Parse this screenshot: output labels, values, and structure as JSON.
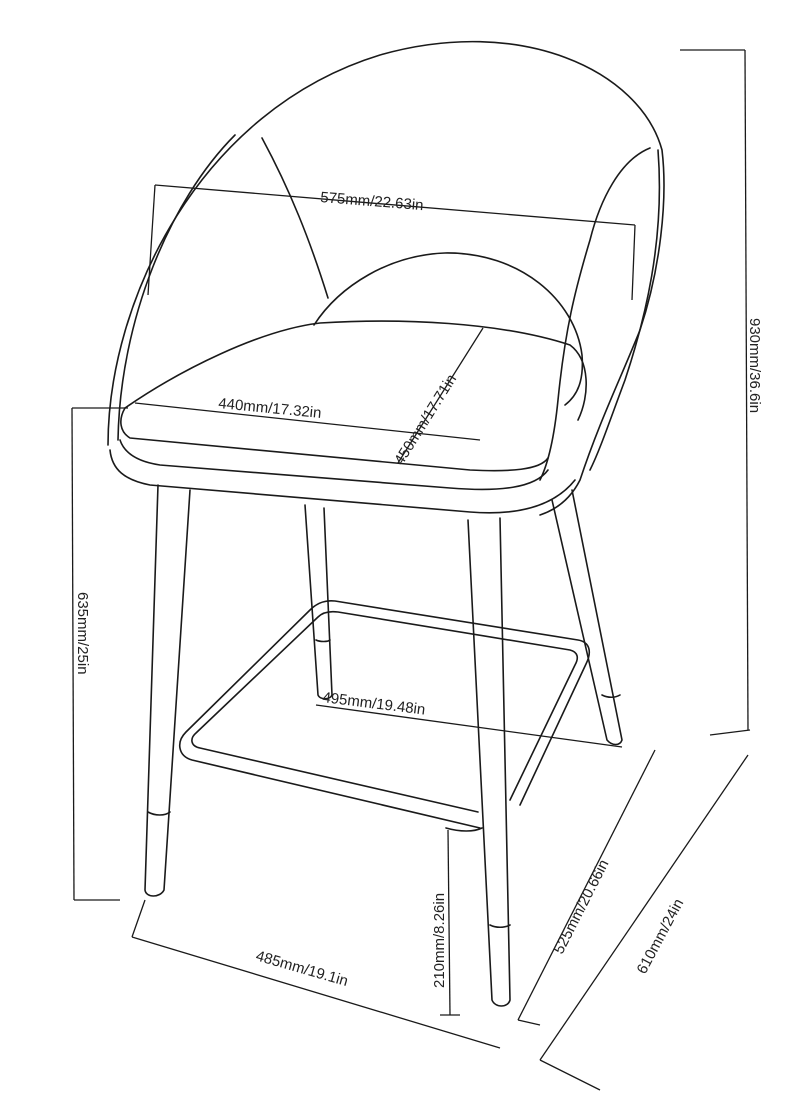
{
  "diagram": {
    "subject": "Counter-height bar stool with curved shell back, seat cushion, four tapered legs with metal tips, and U-shaped footrest",
    "line_color": "#1a1a1a",
    "background": "#ffffff",
    "dimensions": {
      "back_width": "575mm/22.63in",
      "seat_width": "440mm/17.32in",
      "seat_depth": "450mm/17.71in",
      "total_height": "930mm/36.6in",
      "seat_height": "635mm/25in",
      "footrest_width": "495mm/19.48in",
      "footrest_height": "210mm/8.26in",
      "base_width": "485mm/19.1in",
      "base_depth": "525mm/20.66in",
      "overall_depth": "610mm/24in"
    }
  }
}
